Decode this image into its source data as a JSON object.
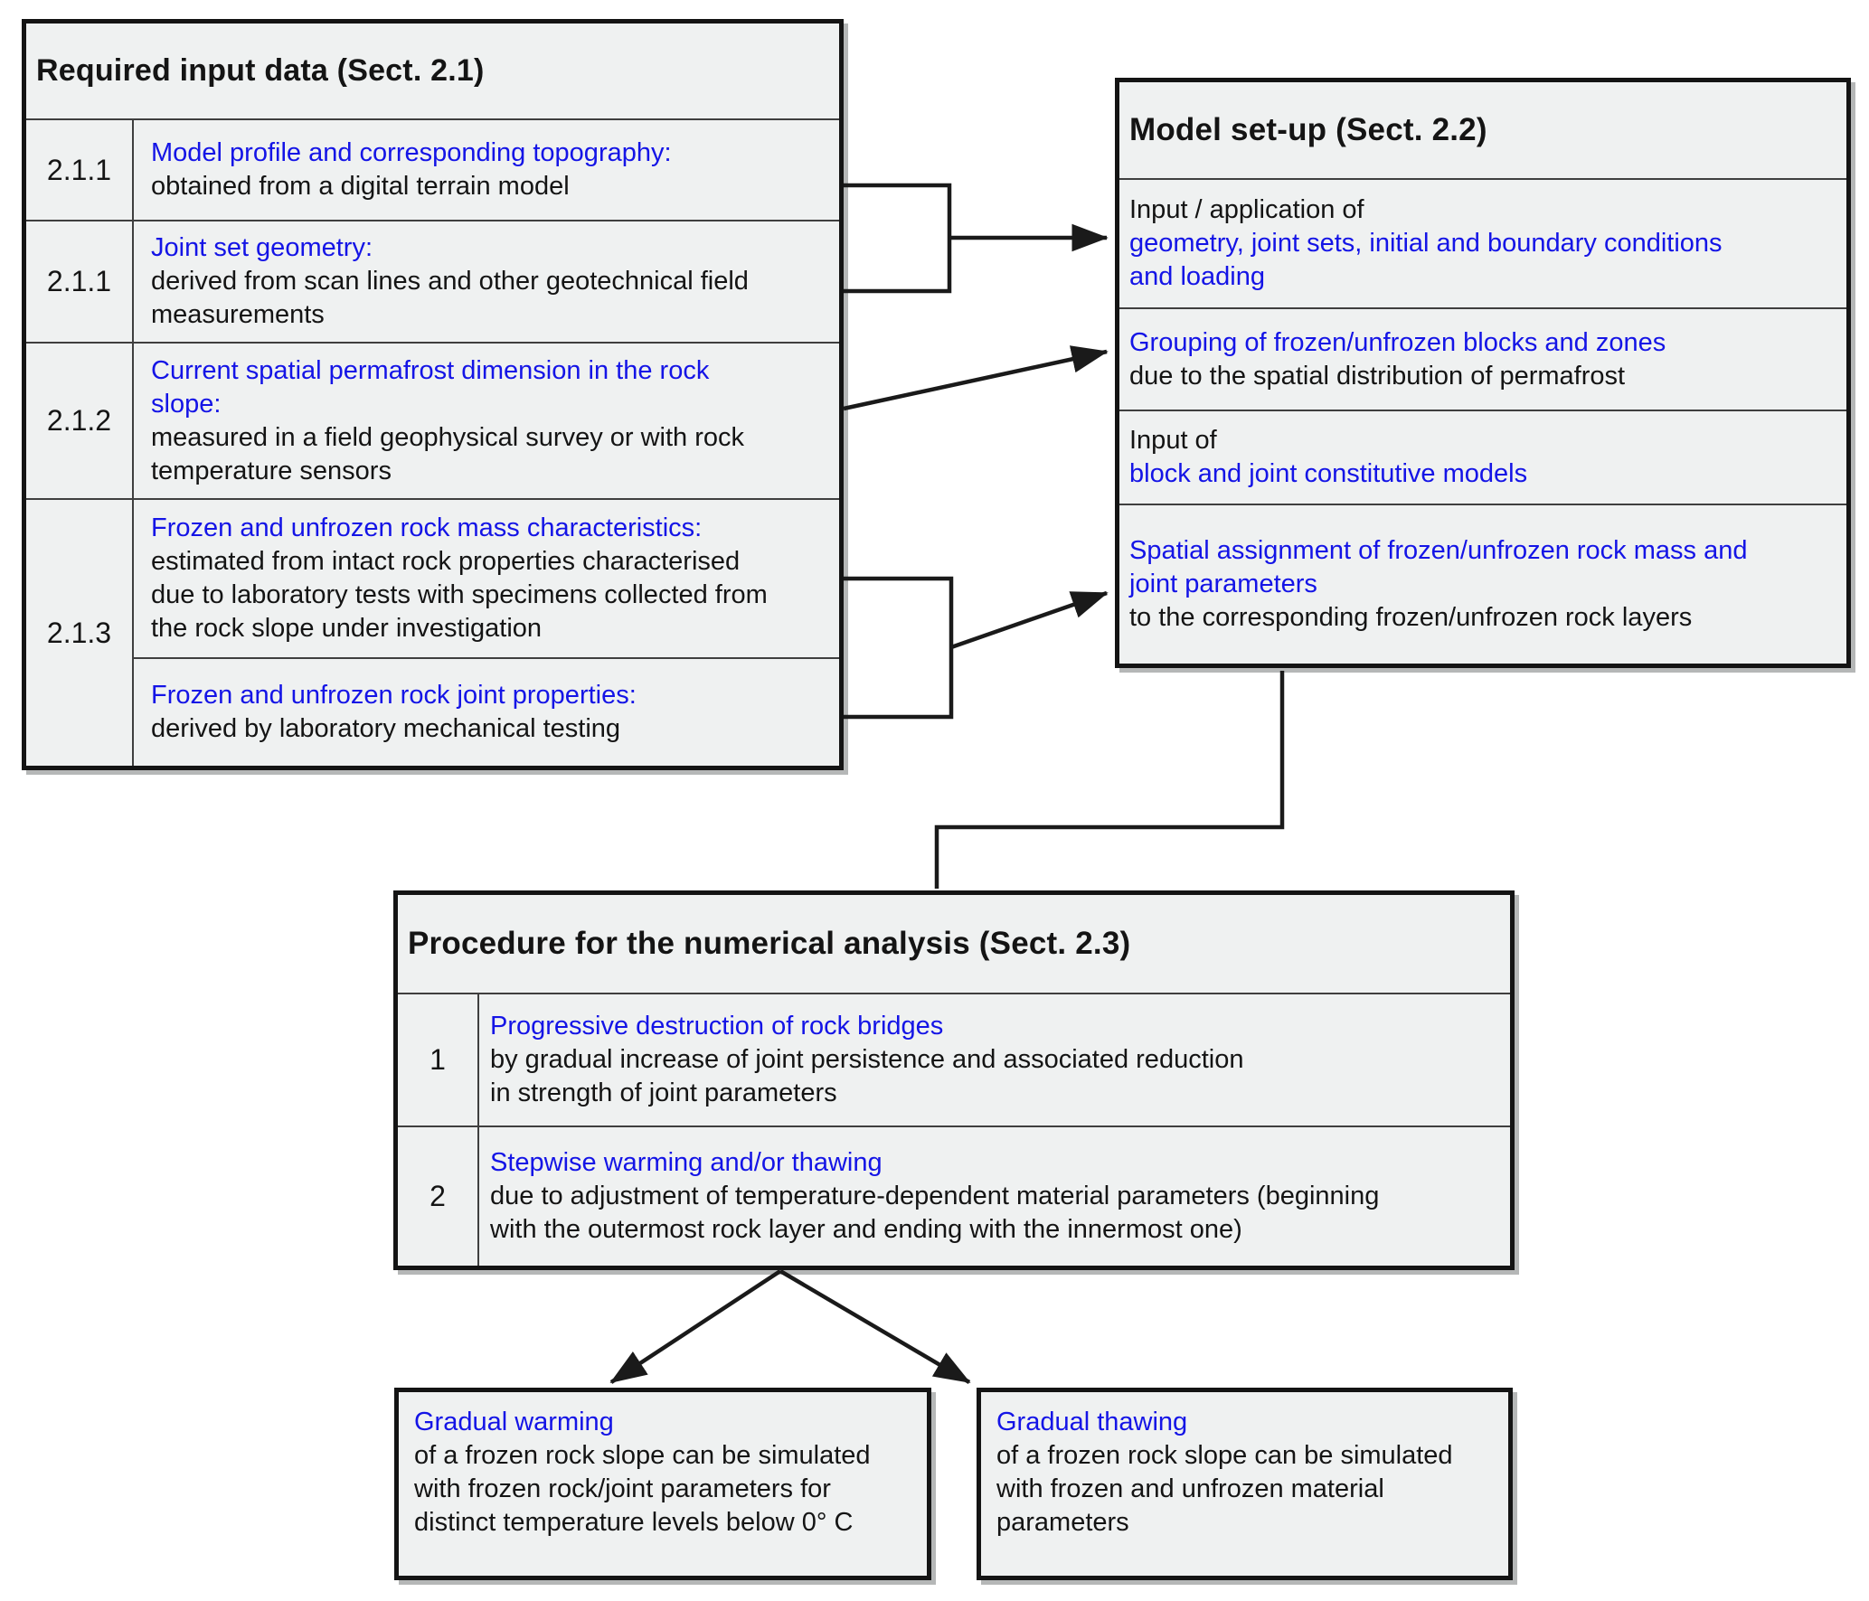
{
  "colors": {
    "accent_blue": "#1414e6",
    "text_black": "#141414",
    "box_fill": "#eff1f1",
    "border": "#141414"
  },
  "required_input": {
    "title": "Required input data (Sect. 2.1)",
    "rows": [
      {
        "num": "2.1.1",
        "lines": [
          "Model profile and corresponding topography:",
          "obtained from a digital terrain model"
        ]
      },
      {
        "num": "2.1.1",
        "lines": [
          "Joint set geometry:",
          "derived from scan lines and other geotechnical field",
          "measurements"
        ]
      },
      {
        "num": "2.1.2",
        "lines": [
          "Current spatial permafrost dimension in the rock",
          "slope:",
          "measured in a field geophysical survey or with rock",
          "temperature sensors"
        ]
      },
      {
        "num": "2.1.3",
        "lines": [
          "Frozen and unfrozen rock mass characteristics:",
          "estimated from intact rock properties characterised",
          "due to laboratory tests with specimens collected from",
          "the rock slope under investigation"
        ]
      },
      {
        "num": "",
        "lines": [
          "Frozen and unfrozen rock joint properties:",
          "derived by laboratory mechanical testing"
        ]
      }
    ]
  },
  "model_setup": {
    "title": "Model set-up (Sect. 2.2)",
    "rows": [
      {
        "lines": [
          "Input / application of",
          "geometry, joint sets, initial and boundary conditions",
          "and loading"
        ]
      },
      {
        "lines": [
          "Grouping of frozen/unfrozen blocks and zones",
          "due to the spatial distribution of permafrost"
        ]
      },
      {
        "lines": [
          "Input of",
          "block and joint constitutive models"
        ]
      },
      {
        "lines": [
          "Spatial assignment of frozen/unfrozen rock mass and",
          "joint parameters",
          "to the corresponding frozen/unfrozen rock layers"
        ]
      }
    ]
  },
  "procedure": {
    "title": "Procedure for the numerical analysis (Sect. 2.3)",
    "rows": [
      {
        "num": "1",
        "lines": [
          "Progressive destruction of rock bridges",
          "by gradual increase of joint persistence and associated reduction",
          "in strength of joint parameters"
        ]
      },
      {
        "num": "2",
        "lines": [
          "Stepwise warming and/or thawing",
          "due to adjustment of temperature-dependent material parameters (beginning",
          "with the outermost rock layer and ending with the innermost one)"
        ]
      }
    ]
  },
  "gradual_warming": {
    "lines": [
      "Gradual warming",
      "of a frozen rock slope can be simulated",
      "with frozen rock/joint parameters for",
      "distinct temperature levels below 0° C"
    ]
  },
  "gradual_thawing": {
    "lines": [
      "Gradual thawing",
      "of a frozen rock slope can be simulated",
      "with frozen and unfrozen material",
      "parameters"
    ]
  }
}
